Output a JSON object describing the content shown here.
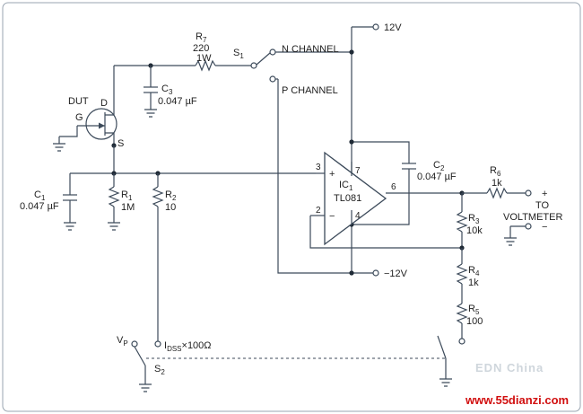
{
  "labels": {
    "supply_pos": "12V",
    "supply_neg": "−12V",
    "r7": "R",
    "r7_sub": "7",
    "r7_value": "220",
    "r7_power": "1W",
    "s1": "S",
    "s1_sub": "1",
    "n_channel": "N CHANNEL",
    "p_channel": "P CHANNEL",
    "c3": "C",
    "c3_sub": "3",
    "c3_value": "0.047 µF",
    "dut": "DUT",
    "gate": "G",
    "drain": "D",
    "source": "S",
    "c1": "C",
    "c1_sub": "1",
    "c1_value": "0.047 µF",
    "r1": "R",
    "r1_sub": "1",
    "r1_value": "1M",
    "r2": "R",
    "r2_sub": "2",
    "r2_value": "10",
    "pin3": "3",
    "pin7": "7",
    "pin6": "6",
    "pin2": "2",
    "pin4": "4",
    "ic1": "IC",
    "ic1_sub": "1",
    "ic1_part": "TL081",
    "plus": "+",
    "minus": "−",
    "c2": "C",
    "c2_sub": "2",
    "c2_value": "0.047 µF",
    "r6": "R",
    "r6_sub": "6",
    "r6_value": "1k",
    "out_plus": "+",
    "out_minus": "−",
    "to": "TO",
    "voltmeter": "VOLTMETER",
    "r3": "R",
    "r3_sub": "3",
    "r3_value": "10k",
    "r4": "R",
    "r4_sub": "4",
    "r4_value": "1k",
    "r5": "R",
    "r5_sub": "5",
    "r5_value": "100",
    "vp": "V",
    "vp_sub": "P",
    "idss": "I",
    "idss_sub": "DSS",
    "idss_suffix": "×100Ω",
    "s2": "S",
    "s2_sub": "2",
    "wm_main": "www.55dianzi.com",
    "wm_logo": "EDN China"
  },
  "colors": {
    "wire": "#3c4a5a",
    "node": "#1f2a36",
    "frame": "#9aa5b1",
    "watermark": "#d10f0f"
  }
}
